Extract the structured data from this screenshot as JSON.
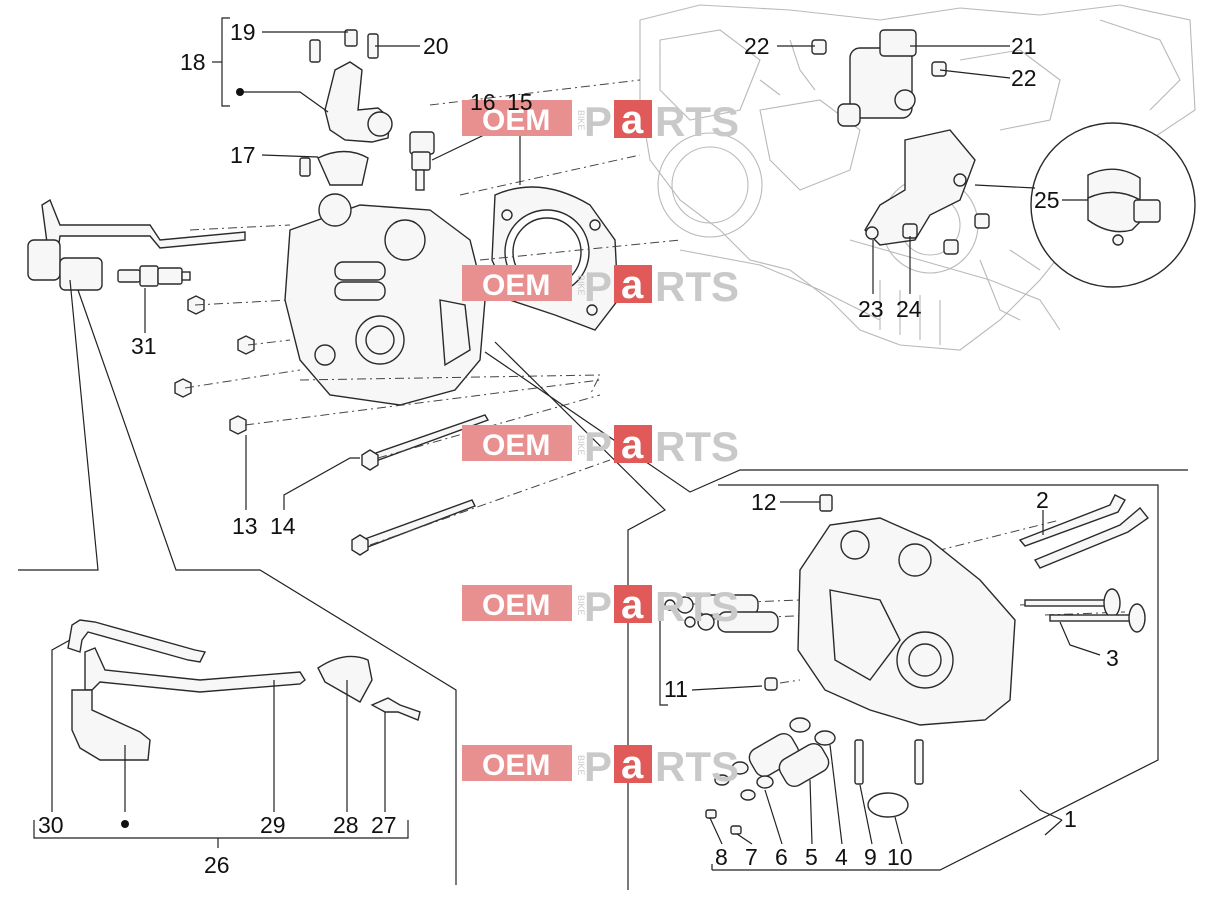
{
  "watermark": {
    "left": "OEM",
    "small": "BIKE",
    "p": "P",
    "a": "a",
    "rest": "RTS"
  },
  "labels": {
    "l1": "1",
    "l2": "2",
    "l3": "3",
    "l4": "4",
    "l5": "5",
    "l6": "6",
    "l7": "7",
    "l8": "8",
    "l9": "9",
    "l10": "10",
    "l11": "11",
    "l12": "12",
    "l13": "13",
    "l14": "14",
    "l15": "15",
    "l16": "16",
    "l17": "17",
    "l18": "18",
    "l19": "19",
    "l20": "20",
    "l21": "21",
    "l22a": "22",
    "l22b": "22",
    "l23": "23",
    "l24": "24",
    "l25": "25",
    "l26": "26",
    "l27": "27",
    "l28": "28",
    "l29": "29",
    "l30": "30",
    "l31": "31"
  }
}
